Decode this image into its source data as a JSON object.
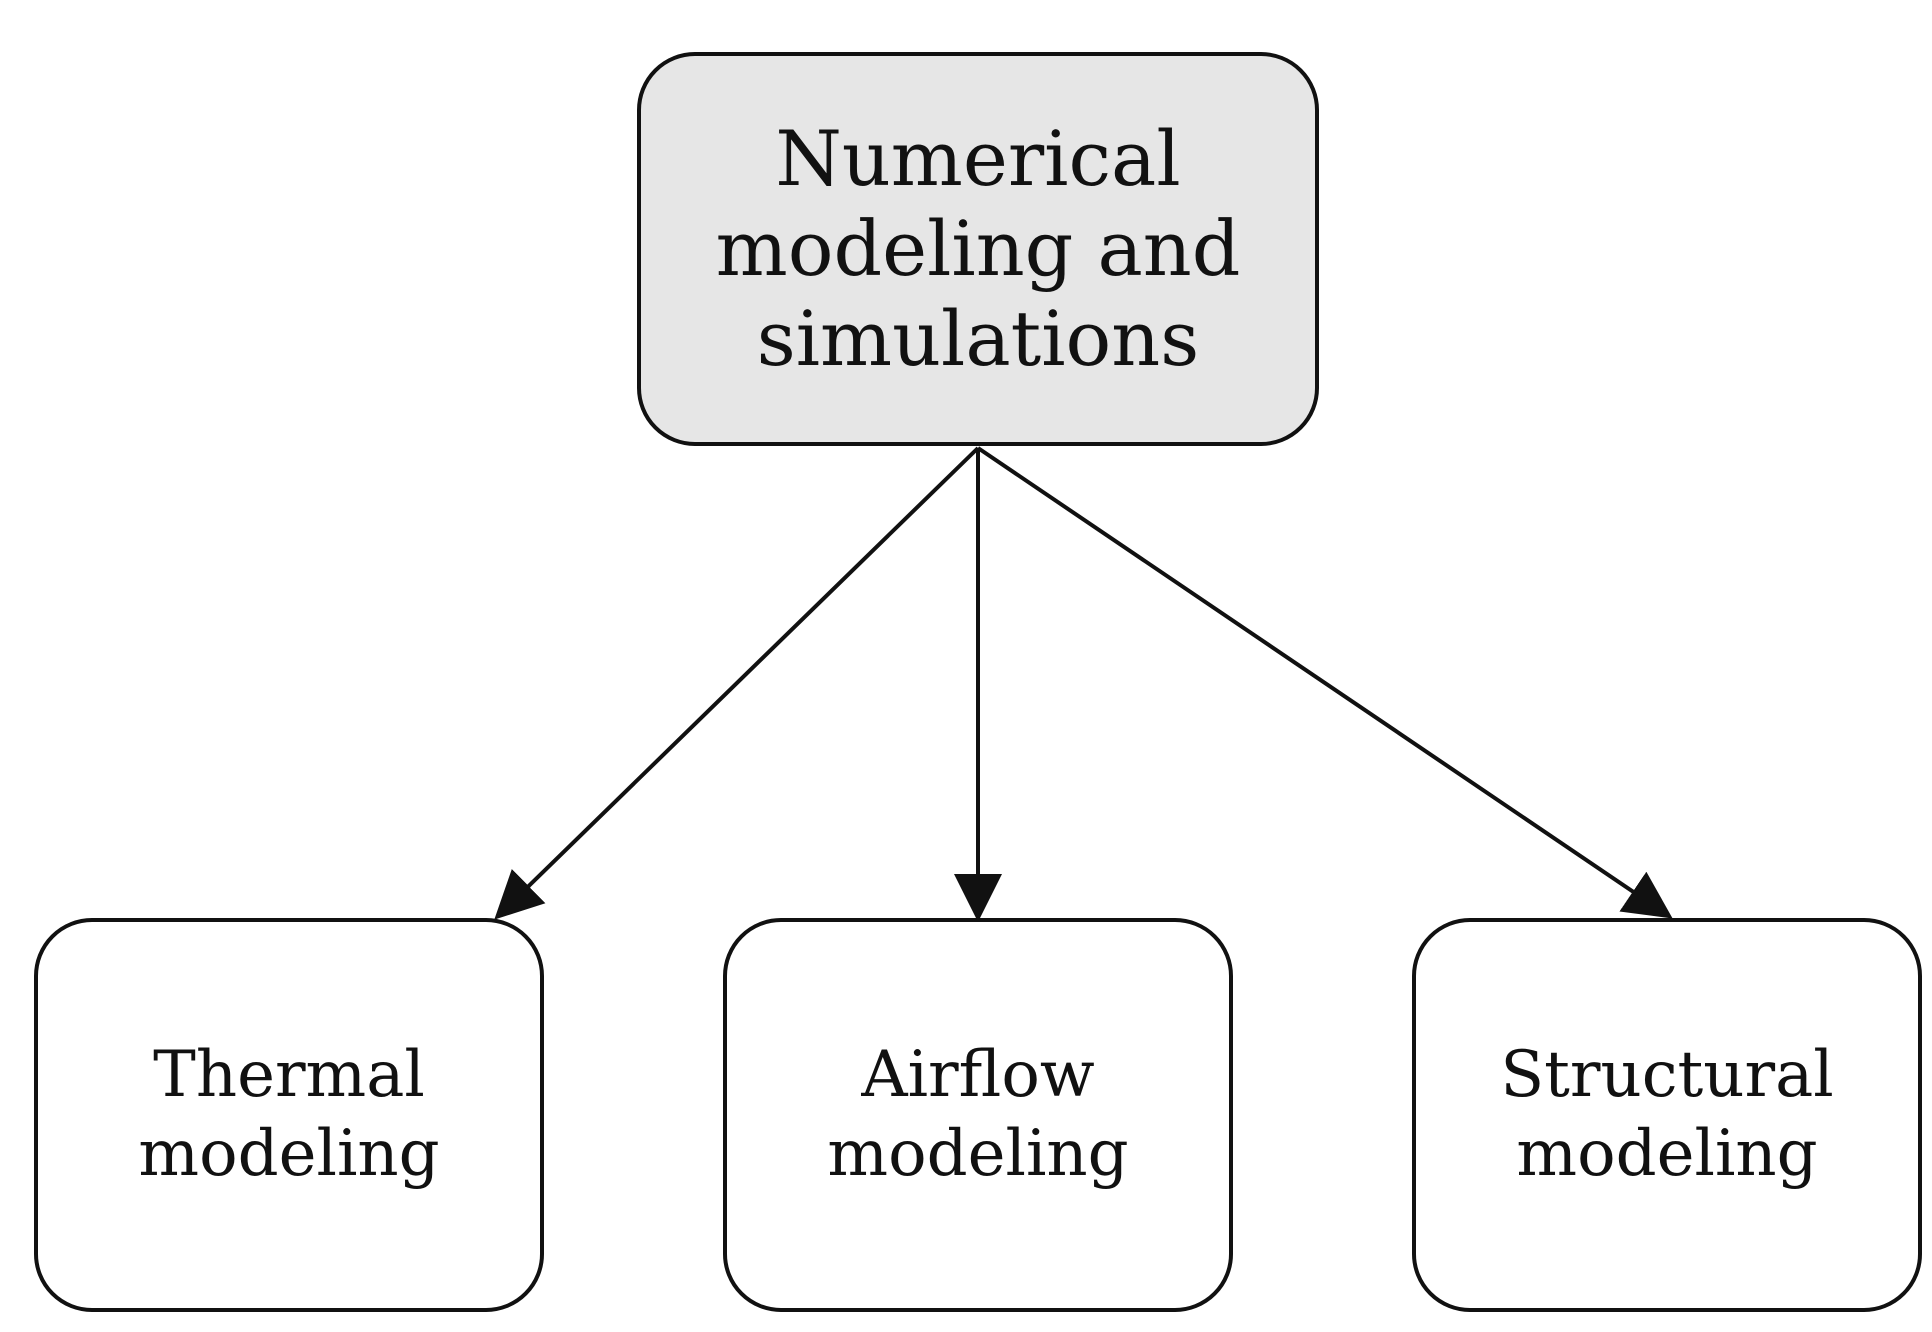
{
  "diagram": {
    "root": {
      "label": "Numerical\nmodeling and\nsimulations",
      "fill": "#e6e6e6"
    },
    "children": [
      {
        "label": "Thermal\nmodeling"
      },
      {
        "label": "Airflow\nmodeling"
      },
      {
        "label": "Structural\nmodeling"
      }
    ],
    "colors": {
      "stroke": "#111111",
      "child_fill": "#ffffff"
    }
  }
}
